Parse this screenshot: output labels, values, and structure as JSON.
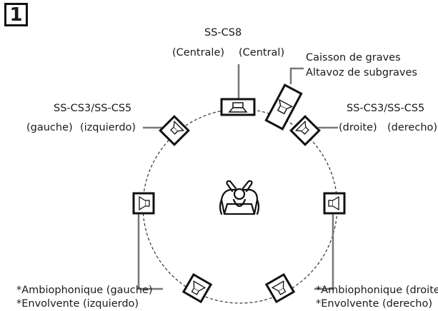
{
  "step_number": "1",
  "labels": {
    "center_model": "SS-CS8",
    "center_fr": "(Centrale)",
    "center_es": "(Central)",
    "subwoofer_fr": "Caisson de graves",
    "subwoofer_es": "Altavoz de subgraves",
    "front_left_model": "SS-CS3/SS-CS5",
    "front_left_fr": "(gauche)",
    "front_left_es": "(izquierdo)",
    "front_right_model": "SS-CS3/SS-CS5",
    "front_right_fr": "(droite)",
    "front_right_es": "(derecho)",
    "surround_left_fr": "*Ambiophonique (gauche)",
    "surround_left_es": "*Envolvente (izquierdo)",
    "surround_right_fr": "*Ambiophonique (droite)",
    "surround_right_es": "*Envolvente (derecho)"
  }
}
